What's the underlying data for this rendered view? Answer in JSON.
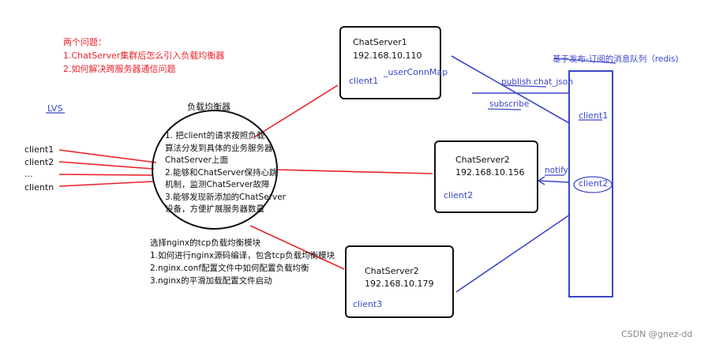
{
  "problems": {
    "title": "两个问题：",
    "items": [
      "1.ChatServer集群后怎么引入负载均衡器",
      "2.如何解决跨服务器通信问题"
    ]
  },
  "lvs": "LVS",
  "clients": [
    "client1",
    "client2",
    "...",
    "clientn"
  ],
  "load_balancer": {
    "title": "负载均衡器",
    "lines": [
      "1. 把client的请求按照负载",
      "算法分发到具体的业务服务器",
      "ChatServer上面",
      "2.能够和ChatServer保持心跳",
      "机制，监测ChatServer故障",
      "3.能够发现新添加的ChatServer",
      "设备，方便扩展服务器数量"
    ]
  },
  "nginx": {
    "lines": [
      "选择nginx的tcp负载均衡模块",
      "1.如何进行nginx源码编译，包含tcp负载均衡模块",
      "2.nginx.conf配置文件中如何配置负载均衡",
      "3.nginx的平滑加载配置文件启动"
    ]
  },
  "servers": [
    {
      "name": "ChatServer1",
      "ip": "192.168.10.110",
      "client": "client1",
      "extra": "_userConnMap"
    },
    {
      "name": "ChatServer2",
      "ip": "192.168.10.156",
      "client": "client2"
    },
    {
      "name": "ChatServer2",
      "ip": "192.168.10.179",
      "client": "client3"
    }
  ],
  "redis": {
    "title": "基于发布-订阅的消息队列（redis)",
    "clients": [
      "client1",
      "client2"
    ],
    "publish": "publish chat_json",
    "subscribe": "subscribe",
    "notify": "notify"
  },
  "watermark": "CSDN @gnez-dd",
  "colors": {
    "red": "#e8232a",
    "blue": "#3a45c8",
    "black": "#111111"
  }
}
